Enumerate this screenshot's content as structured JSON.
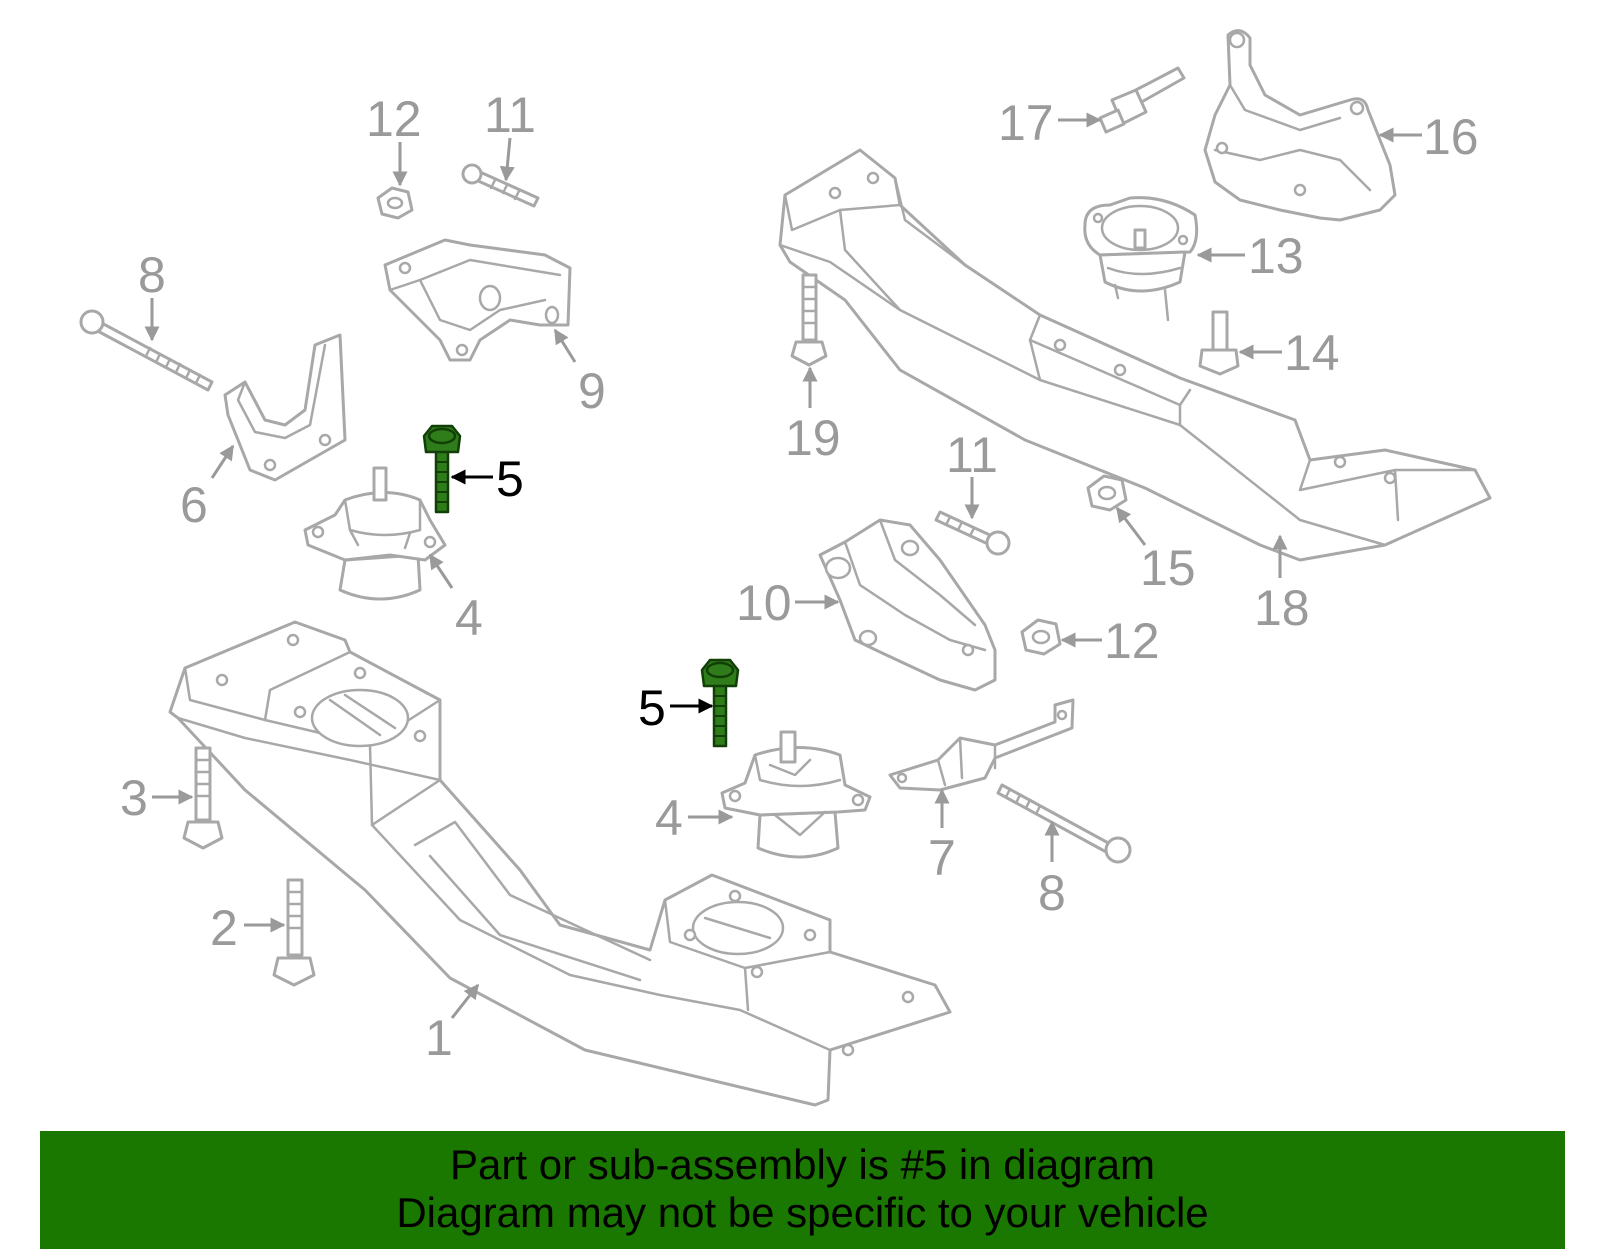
{
  "diagram": {
    "highlight_color": "#2e7d1a",
    "label_color": "#9a9a9a",
    "callouts": {
      "c1": "1",
      "c2": "2",
      "c3": "3",
      "c4a": "4",
      "c4b": "4",
      "c5a": "5",
      "c5b": "5",
      "c6": "6",
      "c7": "7",
      "c8a": "8",
      "c8b": "8",
      "c9": "9",
      "c10": "10",
      "c11a": "11",
      "c11b": "11",
      "c12a": "12",
      "c12b": "12",
      "c13": "13",
      "c14": "14",
      "c15": "15",
      "c16": "16",
      "c17": "17",
      "c18": "18",
      "c19": "19"
    }
  },
  "banner": {
    "line1": "Part or sub-assembly is #5 in diagram",
    "line2": "Diagram may not be specific to your vehicle",
    "background": "#1a7700"
  }
}
